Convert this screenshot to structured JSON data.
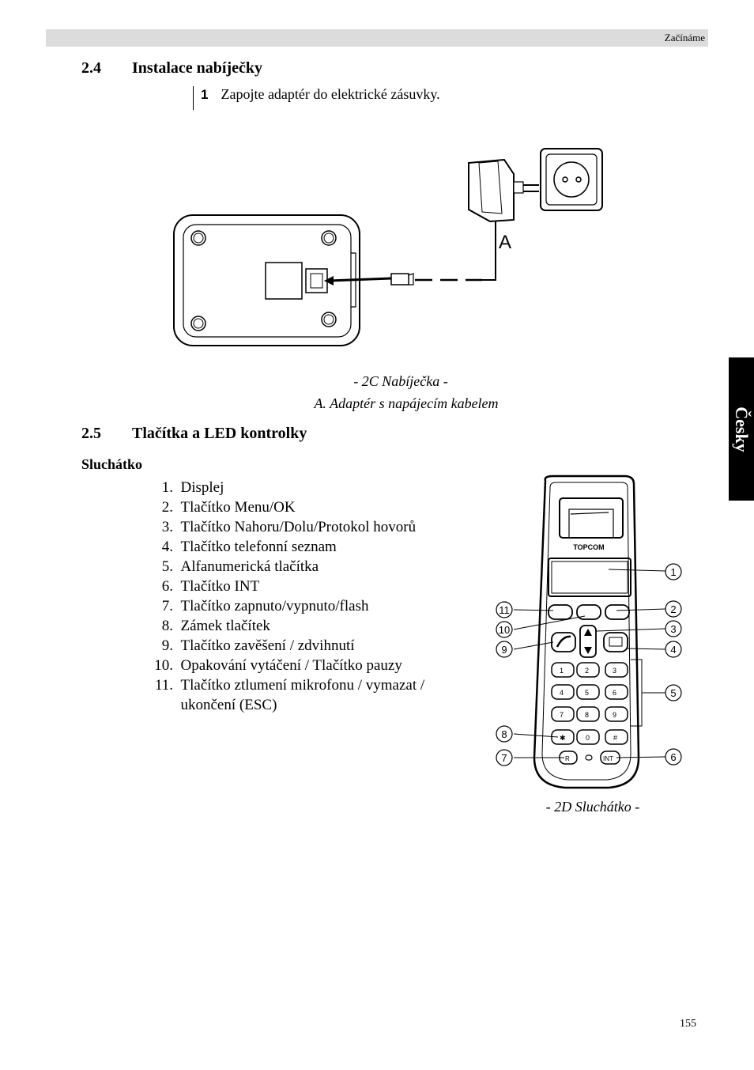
{
  "header": {
    "section": "Začínáme"
  },
  "side_tab": {
    "label": "Česky"
  },
  "section_24": {
    "number": "2.4",
    "title": "Instalace nabíječky"
  },
  "step1": {
    "number": "1",
    "text": "Zapojte adaptér do elektrické zásuvky."
  },
  "fig_2c": {
    "label_a": "A",
    "caption": "- 2C Nabíječka -",
    "legend": "A.  Adaptér s napájecím kabelem"
  },
  "section_25": {
    "number": "2.5",
    "title": "Tlačítka a LED kontrolky"
  },
  "subheading": "Sluchátko",
  "items": [
    {
      "n": "1.",
      "t": "Displej"
    },
    {
      "n": "2.",
      "t": "Tlačítko Menu/OK"
    },
    {
      "n": "3.",
      "t": "Tlačítko Nahoru/Dolu/Protokol hovorů"
    },
    {
      "n": "4.",
      "t": "Tlačítko telefonní seznam"
    },
    {
      "n": "5.",
      "t": "Alfanumerická tlačítka"
    },
    {
      "n": "6.",
      "t": "Tlačítko INT"
    },
    {
      "n": "7.",
      "t": "Tlačítko zapnuto/vypnuto/flash"
    },
    {
      "n": "8.",
      "t": "Zámek tlačítek"
    },
    {
      "n": "9.",
      "t": "Tlačítko zavěšení / zdvihnutí"
    },
    {
      "n": "10.",
      "t": "Opakování vytáčení / Tlačítko pauzy"
    },
    {
      "n": "11.",
      "t": "Tlačítko ztlumení mikrofonu / vymazat / ukončení (ESC)"
    }
  ],
  "fig_2d": {
    "brand": "TOPCOM",
    "caption": "- 2D Sluchátko -",
    "callouts": [
      "1",
      "2",
      "3",
      "4",
      "5",
      "6",
      "7",
      "8",
      "9",
      "10",
      "11"
    ],
    "keys": [
      "1",
      "2",
      "3",
      "4",
      "5",
      "6",
      "7",
      "8",
      "9",
      "0",
      "#",
      "R",
      "INT"
    ]
  },
  "page": {
    "number": "155"
  }
}
